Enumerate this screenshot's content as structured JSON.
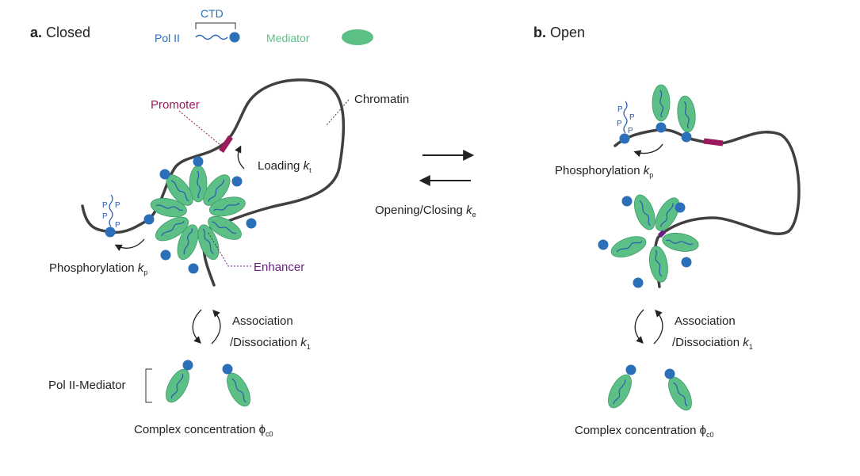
{
  "panel_a": {
    "letter": "a.",
    "title": "Closed"
  },
  "panel_b": {
    "letter": "b.",
    "title": "Open"
  },
  "legend": {
    "ctd": "CTD",
    "pol2": "Pol II",
    "mediator": "Mediator"
  },
  "labels": {
    "promoter": "Promoter",
    "chromatin": "Chromatin",
    "enhancer": "Enhancer",
    "loading": "Loading ",
    "loading_sym": "k",
    "loading_sub": "t",
    "phosph": "Phosphorylation ",
    "phosph_sym": "k",
    "phosph_sub": "p",
    "opening": "Opening/Closing ",
    "opening_sym": "k",
    "opening_sub": "e",
    "assoc_line1": "Association",
    "assoc_line2": "/Dissociation ",
    "assoc_sym": "k",
    "assoc_sub": "1",
    "complex": "Pol II-Mediator",
    "conc": "Complex concentration ",
    "conc_sym": "ϕ",
    "conc_sub": "c0",
    "p": "P"
  },
  "colors": {
    "pol2": "#2a6fb8",
    "mediator": "#5cbf85",
    "mediator_stroke": "#3d9c68",
    "ctd_line": "#2a5cb0",
    "promoter": "#9a1a5c",
    "enhancer": "#6a2080",
    "chromatin": "#404040",
    "text": "#222222"
  }
}
